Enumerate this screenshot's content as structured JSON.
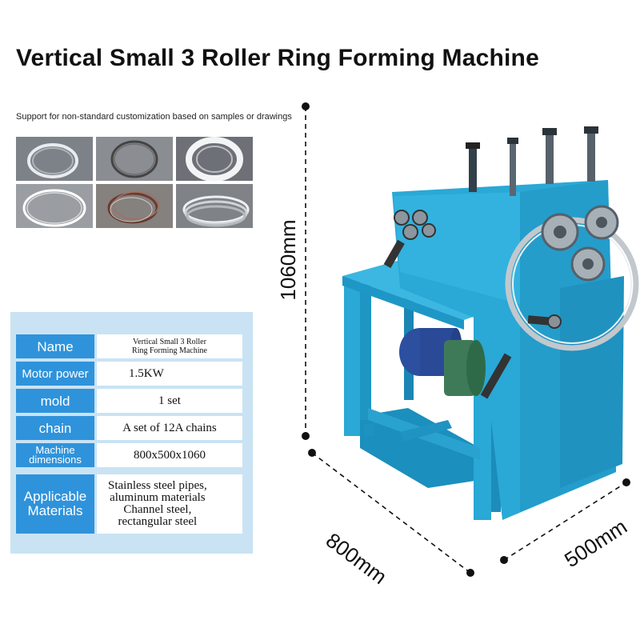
{
  "title": "Vertical Small 3 Roller Ring Forming Machine",
  "subtitle": "Support for non-standard customization based on samples or drawings",
  "samples": [
    {
      "name": "ring-sample-1"
    },
    {
      "name": "ring-sample-2"
    },
    {
      "name": "ring-sample-3"
    },
    {
      "name": "ring-sample-4"
    },
    {
      "name": "ring-sample-5"
    },
    {
      "name": "ring-sample-6"
    }
  ],
  "specs": {
    "name": {
      "label": "Name",
      "value": "Vertical Small 3 Roller\nRing Forming Machine"
    },
    "motor_power": {
      "label": "Motor power",
      "value": "1.5KW"
    },
    "mold": {
      "label": "mold",
      "value": "1 set"
    },
    "chain": {
      "label": "chain",
      "value": "A set of 12A chains"
    },
    "dimensions": {
      "label": "Machine\ndimensions",
      "value": "800x500x1060"
    },
    "materials": {
      "label": "Applicable\nMaterials",
      "value": "Stainless steel pipes,\naluminum materials\nChannel steel,\nrectangular steel"
    }
  },
  "dimensions": {
    "height": "1060mm",
    "length": "800mm",
    "width": "500mm"
  },
  "colors": {
    "machine_blue": "#2aa8d6",
    "label_blue": "#2f93db",
    "panel_bg": "#c9e3f4"
  }
}
